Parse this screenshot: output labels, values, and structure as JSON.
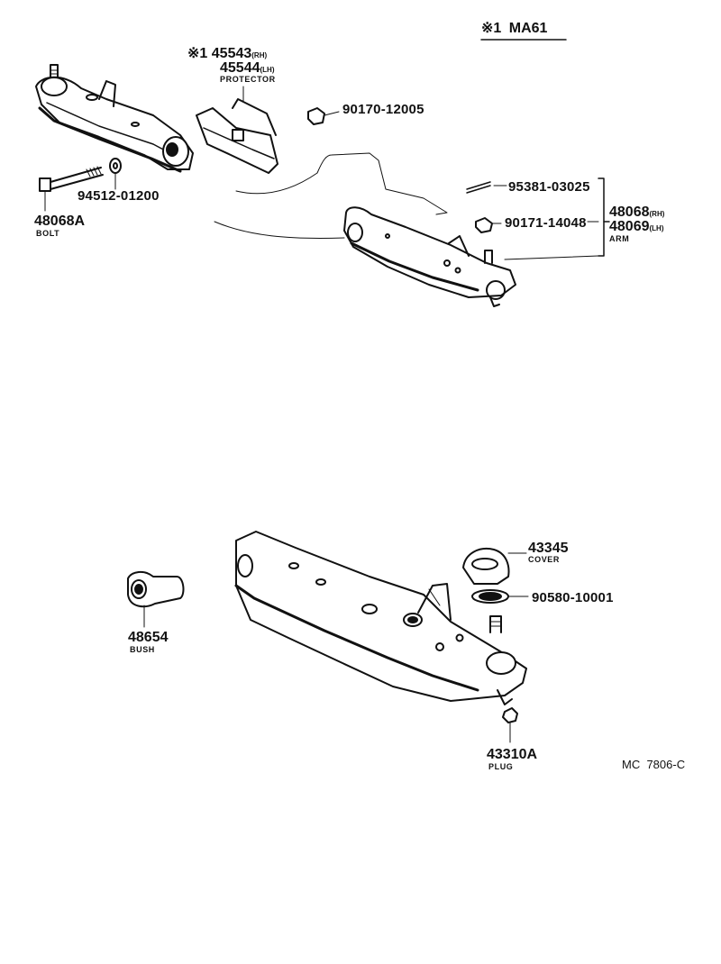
{
  "header": {
    "mark": "※1",
    "model": "MA61"
  },
  "labels": {
    "protector_mark": "※1",
    "protector_rh": "45543",
    "protector_lh": "45544",
    "rh": "(RH)",
    "lh": "(LH)",
    "protector_name": "PROTECTOR",
    "nut_upper": "90170-12005",
    "washer": "94512-01200",
    "bolt_part": "48068A",
    "bolt_name": "BOLT",
    "pin": "95381-03025",
    "nut_lower": "90171-14048",
    "arm_rh": "48068",
    "arm_lh": "48069",
    "arm_name": "ARM",
    "cover_part": "43345",
    "cover_name": "COVER",
    "ring": "90580-10001",
    "bush_part": "48654",
    "bush_name": "BUSH",
    "plug_part": "43310A",
    "plug_name": "PLUG",
    "diagram_code": "MC  7806-C"
  }
}
